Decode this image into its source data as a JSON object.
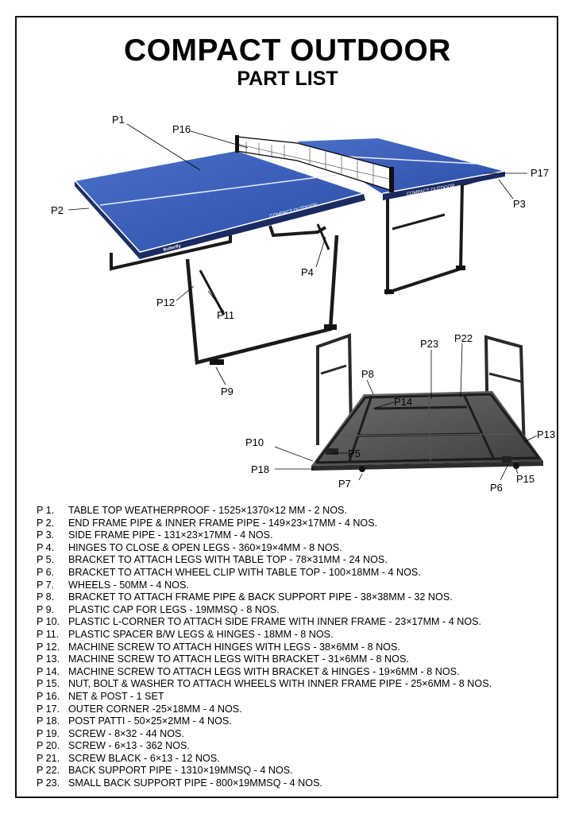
{
  "header": {
    "title": "COMPACT OUTDOOR",
    "subtitle": "PART LIST"
  },
  "figure": {
    "table_print": "COMPACT OUTDOOR",
    "brand": "Butterfly",
    "callouts": {
      "p1": "P1",
      "p2": "P2",
      "p3": "P3",
      "p4": "P4",
      "p5": "P5",
      "p6": "P6",
      "p7": "P7",
      "p8": "P8",
      "p9": "P9",
      "p10": "P10",
      "p11": "P11",
      "p12": "P12",
      "p13": "P13",
      "p14": "P14",
      "p15": "P15",
      "p16": "P16",
      "p17": "P17",
      "p18": "P18",
      "p22": "P22",
      "p23": "P23"
    }
  },
  "parts": [
    {
      "code": "P 1.",
      "desc": "TABLE TOP WEATHERPROOF  - 1525×1370×12 MM - 2 NOS."
    },
    {
      "code": "P 2.",
      "desc": "END FRAME PIPE & INNER FRAME PIPE - 149×23×17MM - 4 NOS."
    },
    {
      "code": "P 3.",
      "desc": "SIDE FRAME PIPE - 131×23×17MM - 4 NOS."
    },
    {
      "code": "P 4.",
      "desc": "HINGES TO CLOSE & OPEN LEGS - 360×19×4MM - 8 NOS."
    },
    {
      "code": "P 5.",
      "desc": "BRACKET TO ATTACH LEGS WITH TABLE TOP - 78×31MM - 24 NOS."
    },
    {
      "code": "P 6.",
      "desc": "BRACKET TO ATTACH WHEEL CLIP WITH TABLE TOP - 100×18MM - 4 NOS."
    },
    {
      "code": "P 7.",
      "desc": "WHEELS - 50MM - 4 NOS."
    },
    {
      "code": "P 8.",
      "desc": "BRACKET TO ATTACH FRAME PIPE & BACK SUPPORT PIPE - 38×38MM - 32 NOS."
    },
    {
      "code": "P 9.",
      "desc": "PLASTIC CAP FOR LEGS - 19MMSQ - 8 NOS."
    },
    {
      "code": "P 10.",
      "desc": "PLASTIC L-CORNER TO ATTACH SIDE FRAME WITH INNER FRAME - 23×17MM - 4 NOS."
    },
    {
      "code": "P 11.",
      "desc": "PLASTIC SPACER B/W LEGS & HINGES - 18MM - 8 NOS."
    },
    {
      "code": "P 12.",
      "desc": "MACHINE SCREW TO ATTACH HINGES WITH LEGS - 38×6MM - 8 NOS."
    },
    {
      "code": "P 13.",
      "desc": "MACHINE SCREW TO ATTACH LEGS WITH BRACKET - 31×6MM - 8 NOS."
    },
    {
      "code": "P 14.",
      "desc": "MACHINE SCREW TO ATTACH LEGS WITH BRACKET & HINGES  - 19×6MM - 8 NOS."
    },
    {
      "code": "P 15.",
      "desc": "NUT, BOLT & WASHER TO ATTACH WHEELS WITH INNER FRAME PIPE - 25×6MM - 8 NOS."
    },
    {
      "code": "P 16.",
      "desc": "NET & POST - 1 SET"
    },
    {
      "code": "P 17.",
      "desc": "OUTER CORNER -25×18MM - 4 NOS."
    },
    {
      "code": "P 18.",
      "desc": "POST PATTI - 50×25×2MM - 4 NOS."
    },
    {
      "code": "P 19.",
      "desc": "SCREW - 8×32 - 44 NOS."
    },
    {
      "code": "P 20.",
      "desc": "SCREW - 6×13 - 362 NOS."
    },
    {
      "code": "P 21.",
      "desc": "SCREW BLACK - 6×13 - 12 NOS."
    },
    {
      "code": "P 22.",
      "desc": "BACK SUPPORT PIPE - 1310×19MMSQ - 4 NOS."
    },
    {
      "code": "P 23.",
      "desc": "SMALL BACK SUPPORT PIPE - 800×19MMSQ - 4 NOS."
    }
  ]
}
